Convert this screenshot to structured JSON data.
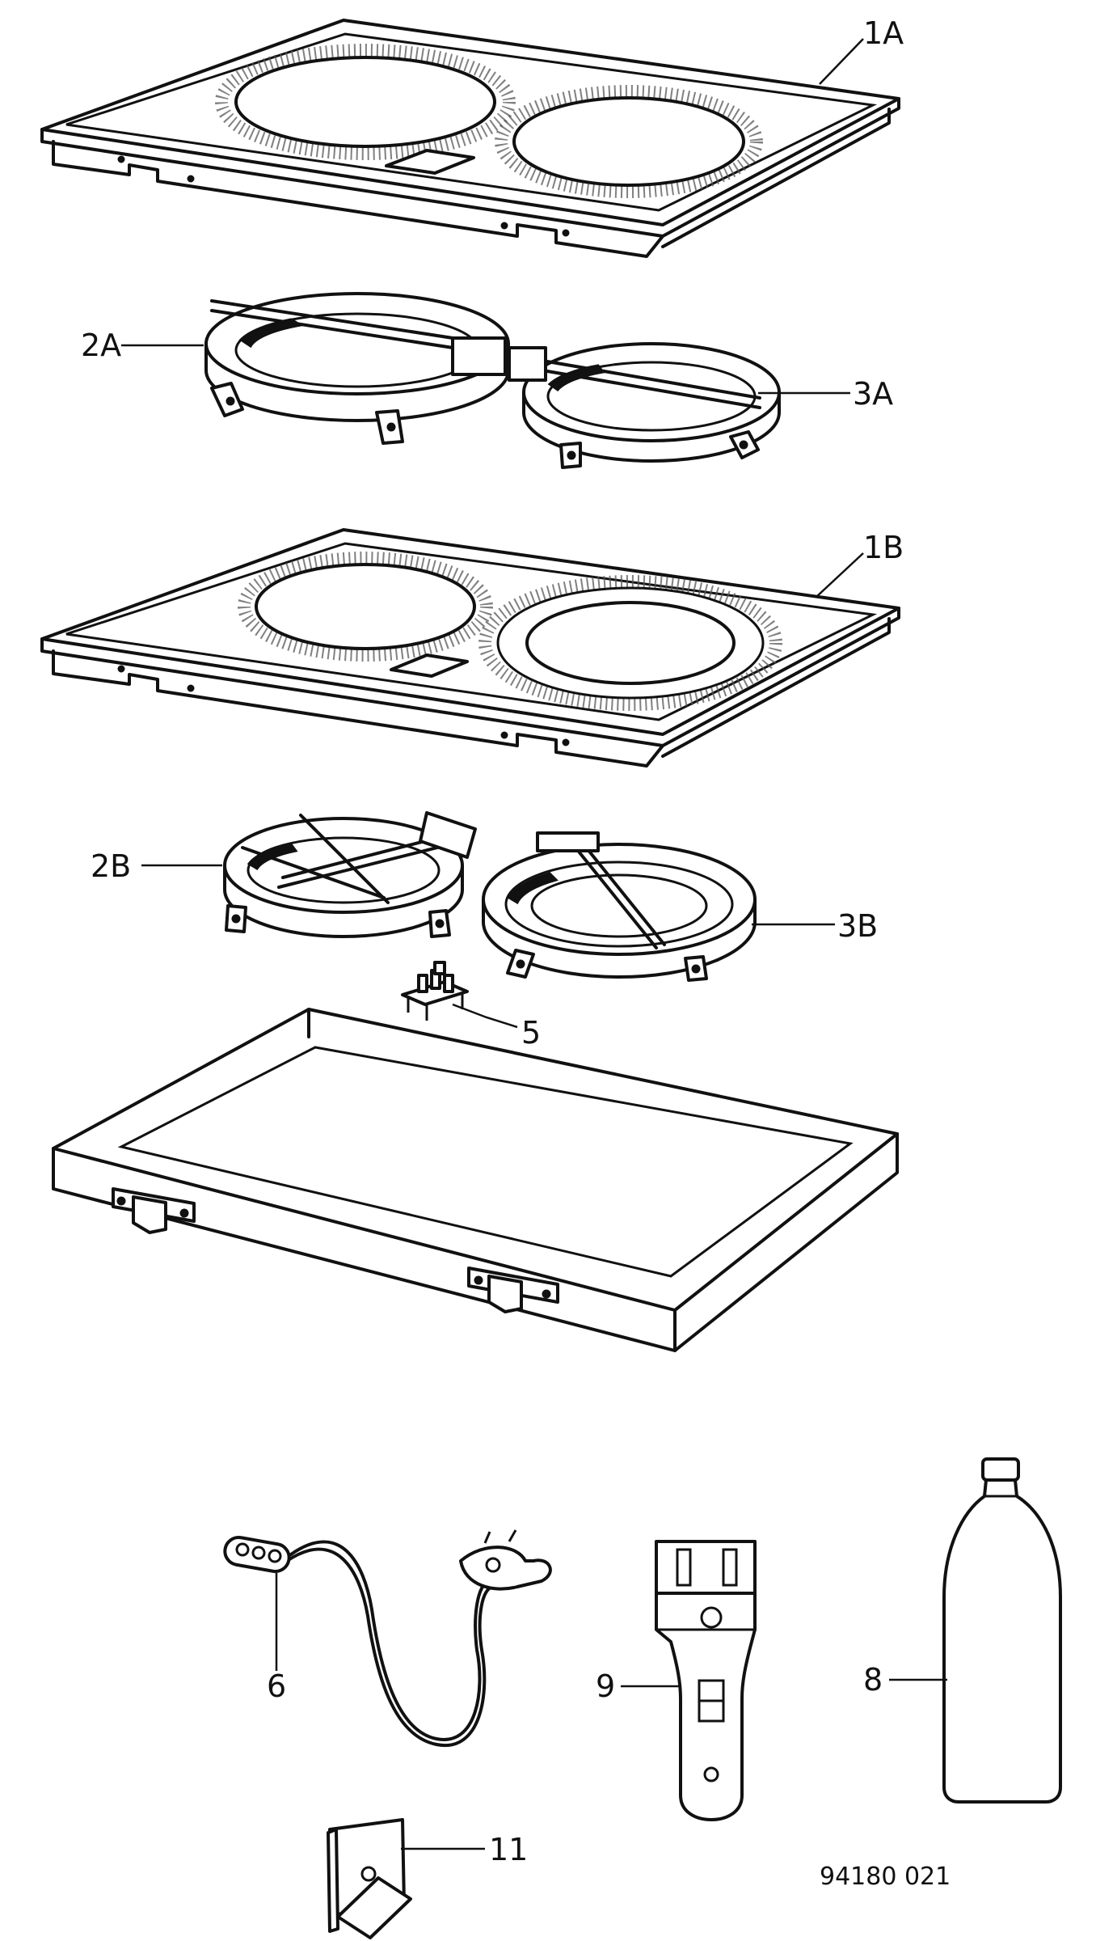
{
  "labels": {
    "hob_a": "1A",
    "element_large_a": "2A",
    "element_small_a": "3A",
    "hob_b": "1B",
    "element_large_b": "2B",
    "element_small_b": "3B",
    "terminal_block": "5",
    "cable": "6",
    "bottle": "8",
    "scraper": "9",
    "bracket": "11"
  },
  "drawing_number": "94180 021"
}
